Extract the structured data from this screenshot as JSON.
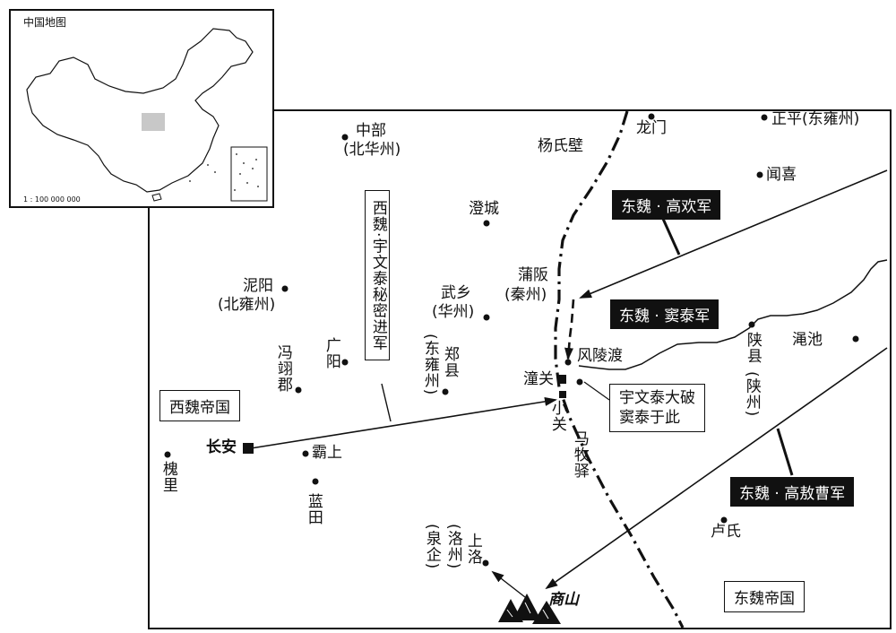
{
  "inset": {
    "title": "中国地图",
    "scale": "1 : 100 000 000"
  },
  "places": {
    "zhongbu": "中部",
    "zhongbu_alt": "(北华州)",
    "yangshibi": "杨氏壁",
    "longmen": "龙门",
    "zhengping": "正平(东雍州)",
    "wenxi": "闻喜",
    "chengcheng": "澄城",
    "puban": "蒲阪",
    "puban_alt": "(秦州)",
    "wuxiang": "武乡",
    "wuxiang_alt": "(华州)",
    "niyang": "泥阳",
    "niyang_alt": "(北雍州)",
    "guangyang": "广阳",
    "fengyi": "冯翊郡",
    "zhengxian": "郑县",
    "zhengxian_alt": "(东雍州)",
    "fenglingdu": "风陵渡",
    "tongguan": "潼关",
    "xiaoguan": "小关",
    "mamuyi": "马牧驿",
    "shanxian": "陕县",
    "shanxian_alt": "(陕州)",
    "mianchi": "渑池",
    "changan": "长安",
    "bashang": "霸上",
    "lantian": "蓝田",
    "huaili": "槐里",
    "lushi": "卢氏",
    "shangluo": "上洛",
    "shangluo_alt": "(洛州)",
    "shangluo_alt2": "(泉企)",
    "shangshan": "商山"
  },
  "labels": {
    "western_wei": "西魏帝国",
    "eastern_wei": "东魏帝国",
    "yuwen_march": "西魏·宇文泰秘密进军",
    "gao_huan": "东魏 · 高欢军",
    "dou_tai": "东魏 · 窦泰军",
    "gao_aocao": "东魏 · 高敖曹军",
    "victory_line1": "宇文泰大破",
    "victory_line2": "窦泰于此"
  },
  "colors": {
    "ink": "#111111",
    "paper": "#ffffff",
    "highlight": "#c8c8c8"
  }
}
